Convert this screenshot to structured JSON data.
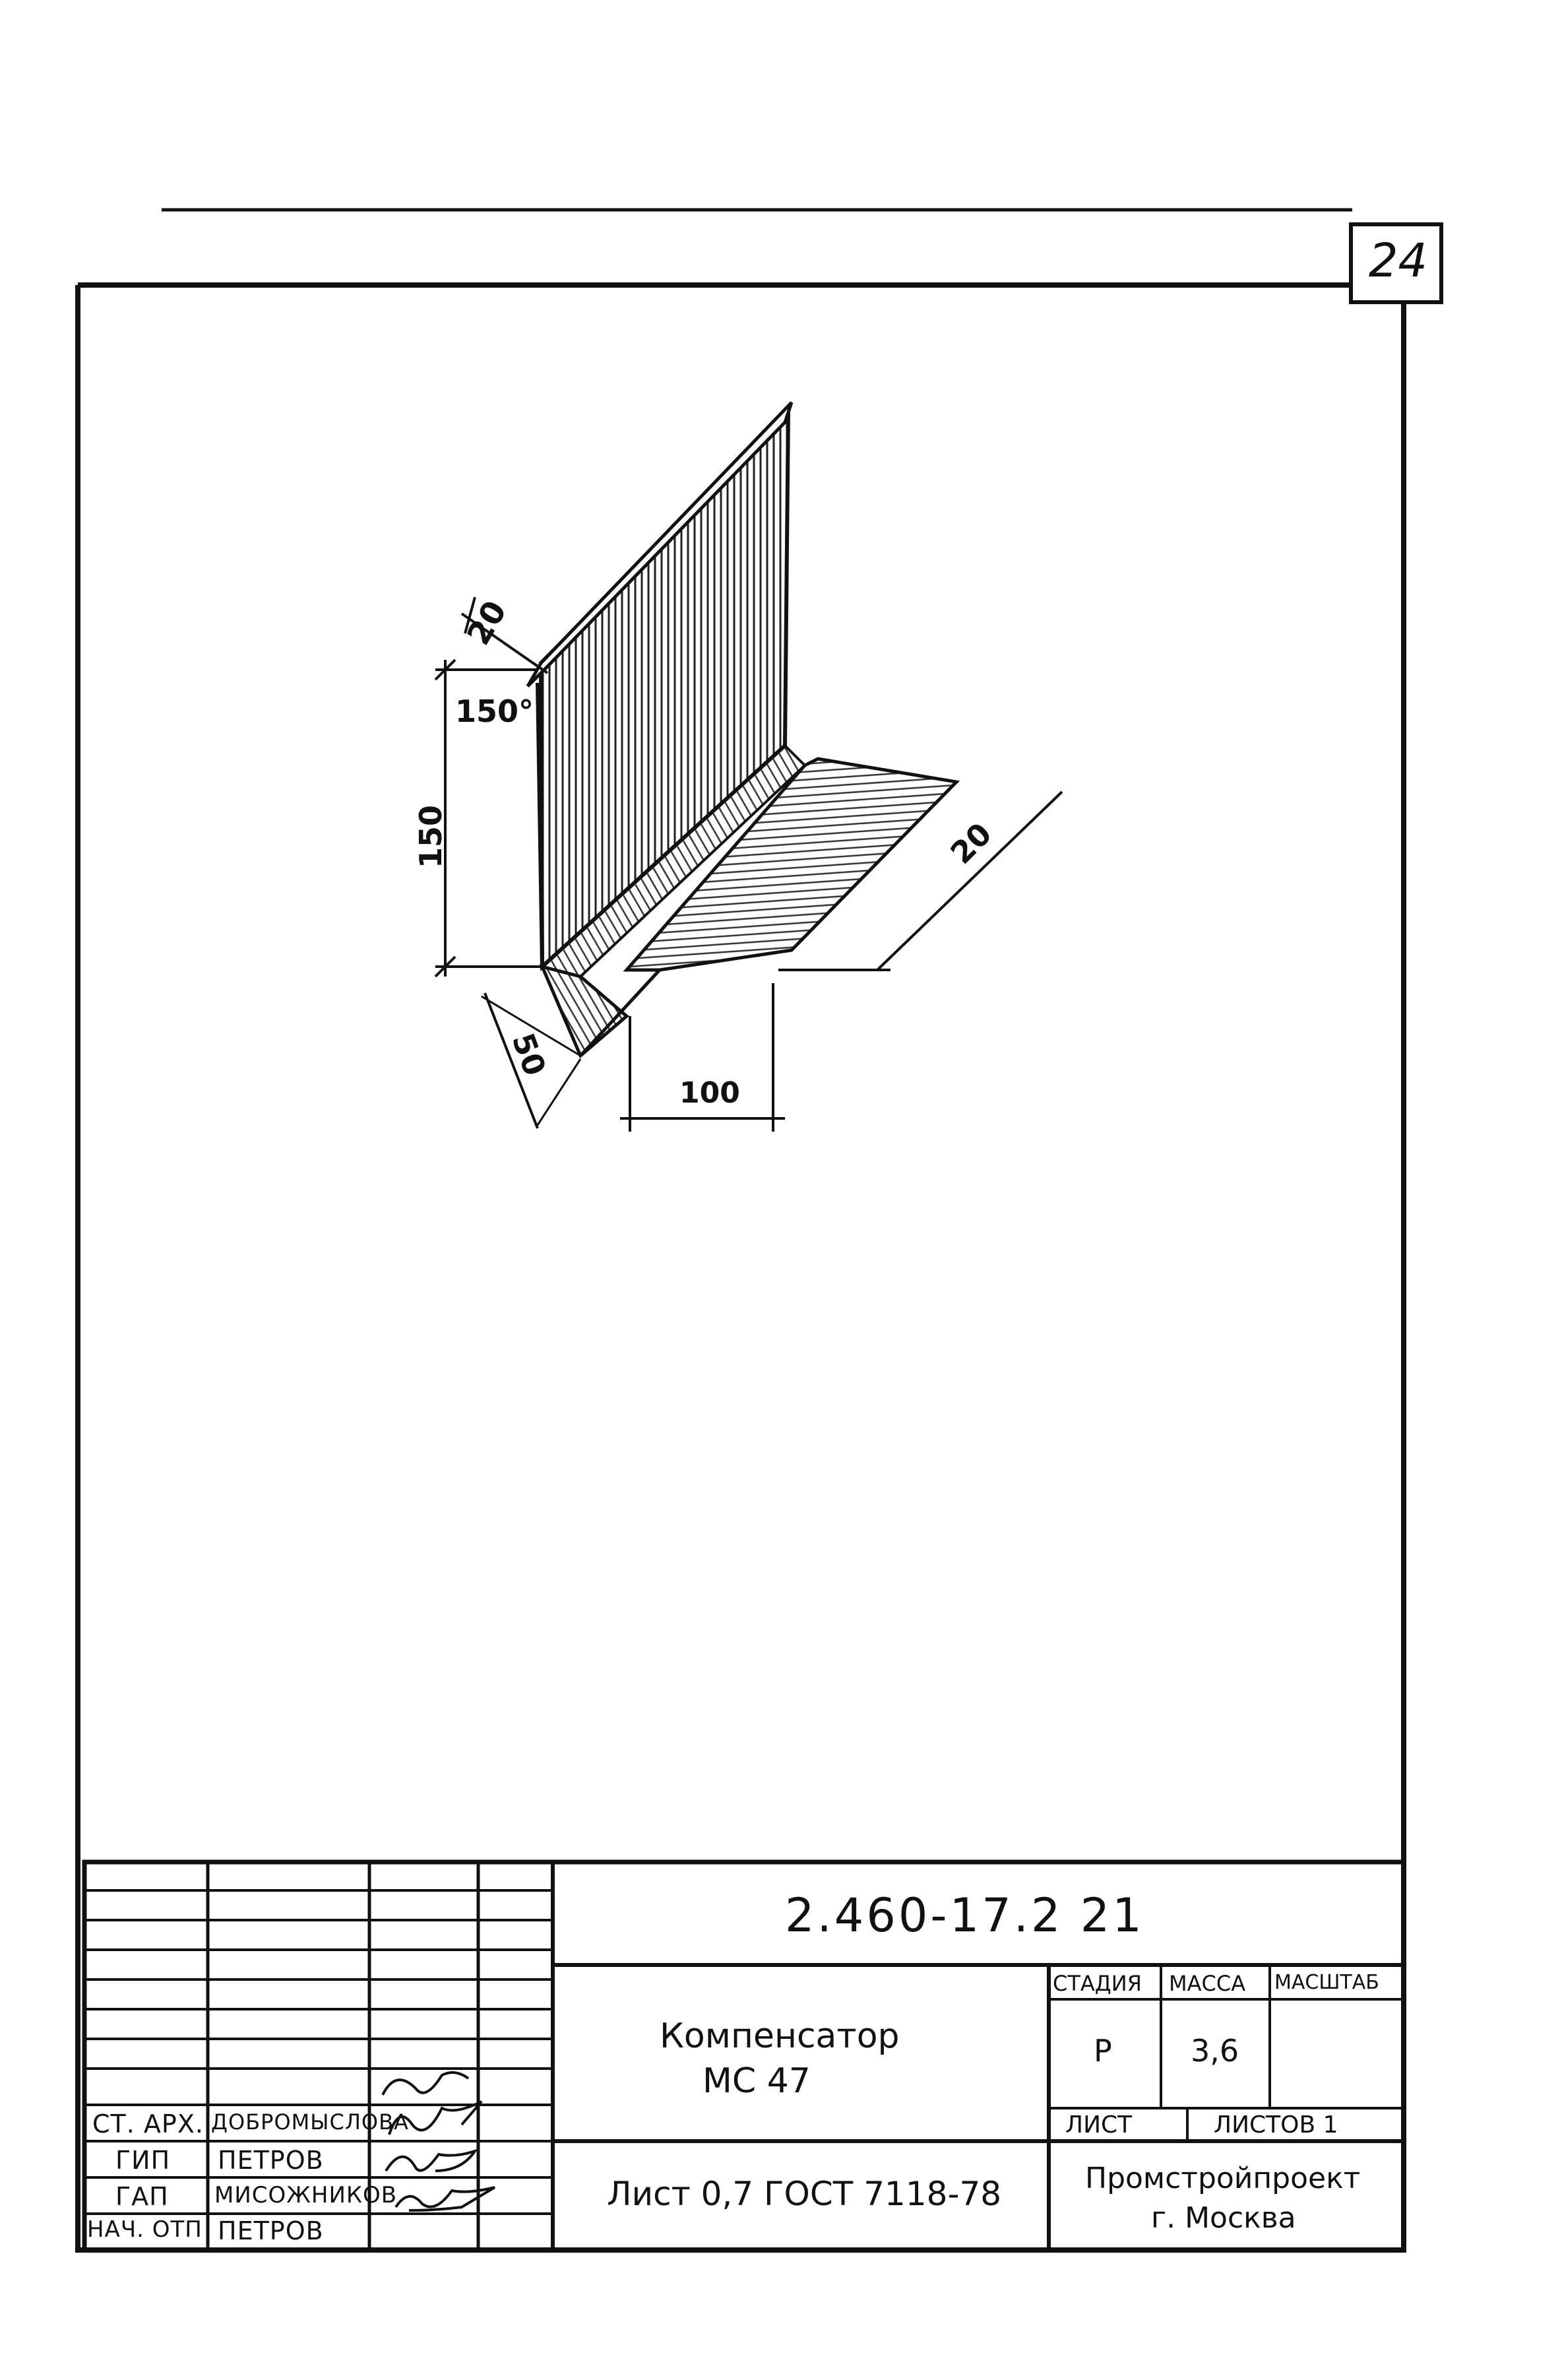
{
  "sheet_number": "24",
  "drawing": {
    "dimensions": {
      "top_width": "20",
      "angle": "150°",
      "height": "150",
      "base_width": "50",
      "bottom_width": "100",
      "diag_length": "20"
    }
  },
  "title_block": {
    "document_code": "2.460-17.2 21",
    "title_line1": "Компенсатор",
    "title_line2": "МС 47",
    "material": "Лист 0,7 ГОСТ 7118-78",
    "headers": {
      "stage": "СТАДИЯ",
      "mass": "МАССА",
      "scale": "МАСШТАБ"
    },
    "values": {
      "stage": "Р",
      "mass": "3,6",
      "scale": ""
    },
    "sheet_label": "ЛИСТ",
    "sheets_label": "ЛИСТОВ 1",
    "organization_line1": "Промстройпроект",
    "organization_line2": "г. Москва",
    "signatures": [
      {
        "role": "СТ. АРХ.",
        "name": "ДОБРОМЫСЛОВА"
      },
      {
        "role": "ГИП",
        "name": "ПЕТРОВ"
      },
      {
        "role": "ГАП",
        "name": "МИСОЖНИКОВ"
      },
      {
        "role": "НАЧ. ОТП",
        "name": "ПЕТРОВ"
      }
    ]
  }
}
